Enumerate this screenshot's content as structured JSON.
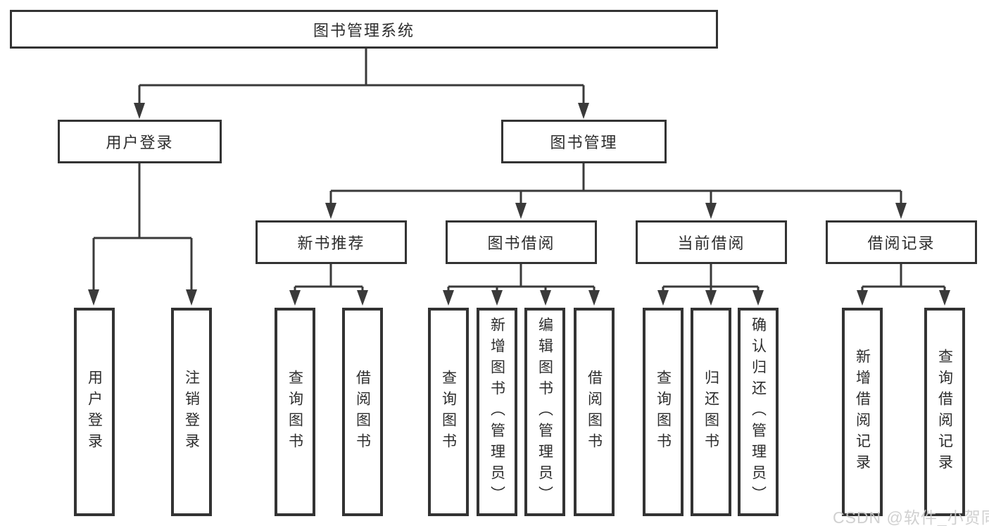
{
  "diagram": {
    "root": {
      "label": "图书管理系统"
    },
    "branches": [
      {
        "label": "用户登录",
        "children": [
          {
            "label": "用户登录"
          },
          {
            "label": "注销登录"
          }
        ]
      },
      {
        "label": "图书管理",
        "sections": [
          {
            "label": "新书推荐",
            "children": [
              {
                "label": "查询图书"
              },
              {
                "label": "借阅图书"
              }
            ]
          },
          {
            "label": "图书借阅",
            "children": [
              {
                "label": "查询图书"
              },
              {
                "label": "新增图书（管理员）"
              },
              {
                "label": "编辑图书（管理员）"
              },
              {
                "label": "借阅图书"
              }
            ]
          },
          {
            "label": "当前借阅",
            "children": [
              {
                "label": "查询图书"
              },
              {
                "label": "归还图书"
              },
              {
                "label": "确认归还（管理员）"
              }
            ]
          },
          {
            "label": "借阅记录",
            "children": [
              {
                "label": "新增借阅记录"
              },
              {
                "label": "查询借阅记录"
              }
            ]
          }
        ]
      }
    ]
  },
  "watermark": {
    "text": "CSDN @软件_小贺同学"
  },
  "colors": {
    "line": "#3a3a3a",
    "node_border": "#333333",
    "text": "#2d2d2d",
    "background": "#ffffff",
    "watermark": "#cccccc"
  }
}
